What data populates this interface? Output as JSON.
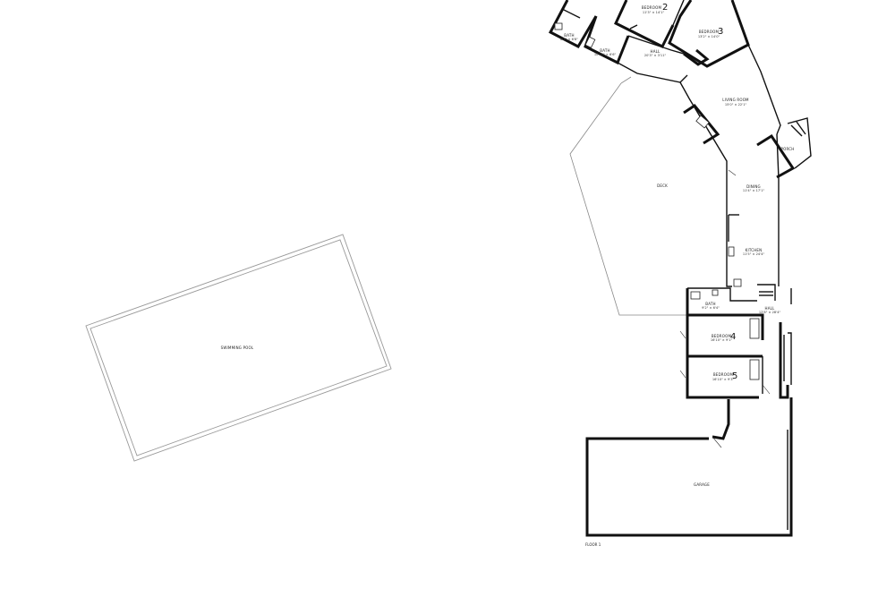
{
  "rooms": {
    "bedroom2": {
      "name": "BEDROOM",
      "number": "2",
      "dims": "11'3\" × 14'1\""
    },
    "bedroom3": {
      "name": "BEDROOM",
      "number": "3",
      "dims": "13'2\" × 14'0\""
    },
    "bath_a": {
      "name": "BATH",
      "dims": "8'3\" × 6'8\""
    },
    "bath_b": {
      "name": "BATH",
      "dims": "10'10\" × 6'6\""
    },
    "hall_upper": {
      "name": "HALL",
      "dims": "20'3\" × 3'11\""
    },
    "living_room": {
      "name": "LIVING ROOM",
      "dims": "15'0\" × 22'1\""
    },
    "porch": {
      "name": "PORCH"
    },
    "deck": {
      "name": "DECK"
    },
    "dining": {
      "name": "DINING",
      "dims": "11'4\" × 17'1\""
    },
    "kitchen": {
      "name": "KITCHEN",
      "dims": "11'5\" × 24'4\""
    },
    "bath_c": {
      "name": "BATH",
      "dims": "9'2\" × 6'4\""
    },
    "hall_lower": {
      "name": "HALL",
      "dims": "12'8\" × 28'4\""
    },
    "bedroom4": {
      "name": "BEDROOM",
      "number": "4",
      "dims": "16'10\" × 9'1\""
    },
    "bedroom5": {
      "name": "BEDROOM",
      "number": "5",
      "dims": "16'10\" × 9'3\""
    },
    "garage": {
      "name": "GARAGE"
    },
    "pool": {
      "name": "SWIMMING POOL"
    }
  },
  "floor_label": "FLOOR 1"
}
